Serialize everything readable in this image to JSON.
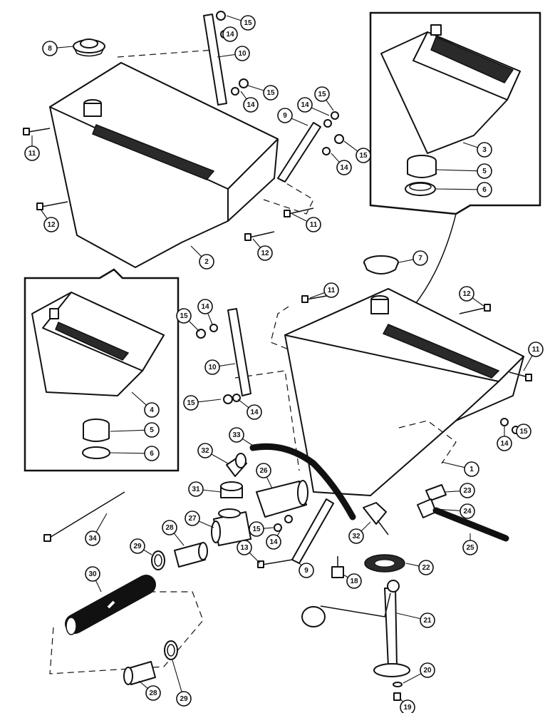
{
  "diagram": {
    "type": "exploded-parts-view",
    "callouts": [
      {
        "id": "c1",
        "label": "1"
      },
      {
        "id": "c2",
        "label": "2"
      },
      {
        "id": "c3",
        "label": "3"
      },
      {
        "id": "c4",
        "label": "4"
      },
      {
        "id": "c5a",
        "label": "5"
      },
      {
        "id": "c5b",
        "label": "5"
      },
      {
        "id": "c6a",
        "label": "6"
      },
      {
        "id": "c6b",
        "label": "6"
      },
      {
        "id": "c7",
        "label": "7"
      },
      {
        "id": "c8",
        "label": "8"
      },
      {
        "id": "c9a",
        "label": "9"
      },
      {
        "id": "c9b",
        "label": "9"
      },
      {
        "id": "c10a",
        "label": "10"
      },
      {
        "id": "c10b",
        "label": "10"
      },
      {
        "id": "c11a",
        "label": "11"
      },
      {
        "id": "c11b",
        "label": "11"
      },
      {
        "id": "c11c",
        "label": "11"
      },
      {
        "id": "c11d",
        "label": "11"
      },
      {
        "id": "c12a",
        "label": "12"
      },
      {
        "id": "c12b",
        "label": "12"
      },
      {
        "id": "c12c",
        "label": "12"
      },
      {
        "id": "c13",
        "label": "13"
      },
      {
        "id": "c14a",
        "label": "14"
      },
      {
        "id": "c14b",
        "label": "14"
      },
      {
        "id": "c14c",
        "label": "14"
      },
      {
        "id": "c14d",
        "label": "14"
      },
      {
        "id": "c14e",
        "label": "14"
      },
      {
        "id": "c14f",
        "label": "14"
      },
      {
        "id": "c14g",
        "label": "14"
      },
      {
        "id": "c14h",
        "label": "14"
      },
      {
        "id": "c15a",
        "label": "15"
      },
      {
        "id": "c15b",
        "label": "15"
      },
      {
        "id": "c15c",
        "label": "15"
      },
      {
        "id": "c15d",
        "label": "15"
      },
      {
        "id": "c15e",
        "label": "15"
      },
      {
        "id": "c15f",
        "label": "15"
      },
      {
        "id": "c15g",
        "label": "15"
      },
      {
        "id": "c15h",
        "label": "15"
      },
      {
        "id": "c18",
        "label": "18"
      },
      {
        "id": "c19",
        "label": "19"
      },
      {
        "id": "c20",
        "label": "20"
      },
      {
        "id": "c21",
        "label": "21"
      },
      {
        "id": "c22",
        "label": "22"
      },
      {
        "id": "c23",
        "label": "23"
      },
      {
        "id": "c24",
        "label": "24"
      },
      {
        "id": "c25",
        "label": "25"
      },
      {
        "id": "c26",
        "label": "26"
      },
      {
        "id": "c27",
        "label": "27"
      },
      {
        "id": "c28a",
        "label": "28"
      },
      {
        "id": "c28b",
        "label": "28"
      },
      {
        "id": "c29a",
        "label": "29"
      },
      {
        "id": "c29b",
        "label": "29"
      },
      {
        "id": "c30",
        "label": "30"
      },
      {
        "id": "c31",
        "label": "31"
      },
      {
        "id": "c32a",
        "label": "32"
      },
      {
        "id": "c32b",
        "label": "32"
      },
      {
        "id": "c33",
        "label": "33"
      },
      {
        "id": "c34",
        "label": "34"
      }
    ]
  }
}
